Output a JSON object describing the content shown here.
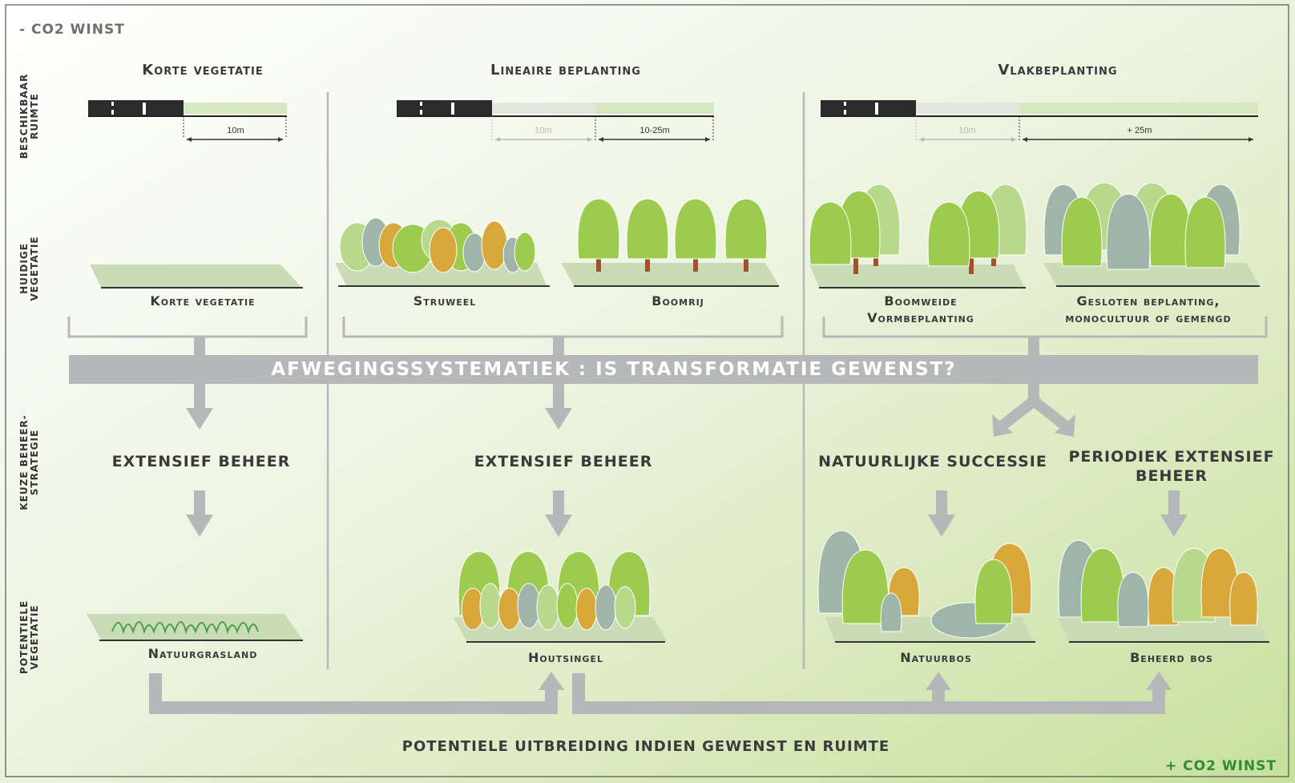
{
  "co2": {
    "minus": "- CO2 WINST",
    "plus": "+ CO2 WINST"
  },
  "side_labels": {
    "ruimte": [
      "BESCHIKBAAR",
      "RUIMTE"
    ],
    "huidige": [
      "HUIDIGE",
      "VEGETATIE"
    ],
    "keuze": [
      "KEUZE BEHEER-",
      "STRATEGIE"
    ],
    "potentiele": [
      "POTENTIELE",
      "VEGETATIE"
    ]
  },
  "columns": {
    "korte": "Korte vegetatie",
    "lineaire": "Lineaire beplanting",
    "vlak": "Vlakbeplanting"
  },
  "dimensions": {
    "korte": [
      "10m"
    ],
    "lineaire": [
      "10m",
      "10-25m"
    ],
    "vlak": [
      "10m",
      "+ 25m"
    ]
  },
  "current_vegetation": {
    "korte": [
      "Korte vegetatie"
    ],
    "struweel": [
      "Struweel"
    ],
    "boomrij": [
      "Boomrij"
    ],
    "boomweide": [
      "Boomweide",
      "Vormbeplanting"
    ],
    "gesloten": [
      "Gesloten beplanting,",
      "monocultuur of gemengd"
    ]
  },
  "decision_bar": "AFWEGINGSSYSTEMATIEK : IS TRANSFORMATIE  GEWENST?",
  "strategies": {
    "korte": [
      "EXTENSIEF BEHEER"
    ],
    "lineaire": [
      "EXTENSIEF BEHEER"
    ],
    "natuurlijke": [
      "NATUURLIJKE SUCCESSIE"
    ],
    "periodiek": [
      "PERIODIEK EXTENSIEF",
      "BEHEER"
    ]
  },
  "potential_vegetation": {
    "natuurgrasland": [
      "Natuurgrasland"
    ],
    "houtsingel": [
      "Houtsingel"
    ],
    "natuurbos": [
      "Natuurbos"
    ],
    "beheerd_bos": [
      "Beheerd bos"
    ]
  },
  "footer": "POTENTIELE UITBREIDING INDIEN GEWENST EN RUIMTE",
  "colors": {
    "arrow_gray": "#b5b7b8",
    "tree_green": "#9ccb4e",
    "tree_light_green": "#b8d98b",
    "tree_orange": "#d9a83b",
    "tree_bluegray": "#9fb5a9",
    "grass": "#c9dcb5",
    "text_dark": "#3a3a3a",
    "co2_green": "#2f8a3a"
  }
}
